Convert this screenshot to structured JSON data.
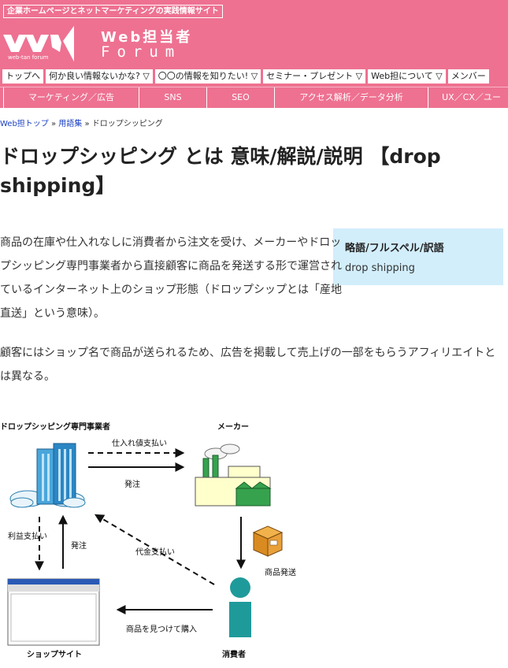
{
  "header": {
    "tagline": "企業ホームページとネットマーケティングの実践情報サイト",
    "logo_title": "Web担当者",
    "logo_forum": "Forum",
    "logo_sub": "web-tan forum",
    "brand_color": "#ee7191"
  },
  "nav_primary": [
    {
      "label": "トップへ"
    },
    {
      "label": "何か良い情報ないかな? ▽"
    },
    {
      "label": "〇〇の情報を知りたい! ▽"
    },
    {
      "label": "セミナー・プレゼント ▽"
    },
    {
      "label": "Web担について ▽"
    },
    {
      "label": "メンバー"
    }
  ],
  "nav_secondary": [
    {
      "label": "マーケティング／広告"
    },
    {
      "label": "SNS"
    },
    {
      "label": "SEO"
    },
    {
      "label": "アクセス解析／データ分析"
    },
    {
      "label": "UX／CX／ユー"
    }
  ],
  "breadcrumb": {
    "home": "Web担トップ",
    "sep": " » ",
    "glossary": "用語集",
    "current": "ドロップシッピング"
  },
  "title": "ドロップシッピング とは 意味/解説/説明 【drop shipping】",
  "abbr_box": {
    "title": "略語/フルスペル/訳語",
    "value": "drop shipping",
    "bg_color": "#d2eefb"
  },
  "paragraphs": [
    "商品の在庫や仕入れなしに消費者から注文を受け、メーカーやドロップシッピング専門事業者から直接顧客に商品を発送する形で運営されているインターネット上のショップ形態（ドロップシップとは「産地直送」という意味）。",
    "顧客にはショップ名で商品が送られるため、広告を掲載して売上げの一部をもらうアフィリエイトとは異なる。"
  ],
  "diagram": {
    "dropship_operator": "ドロップシッピング専門事業者",
    "maker": "メーカー",
    "pay_purchase": "仕入れ値支払い",
    "order_to_maker": "発注",
    "profit_payment": "利益支払い",
    "order_to_operator": "発注",
    "payment": "代金支払い",
    "ship": "商品発送",
    "find_buy": "商品を見つけて購入",
    "shop_site": "ショップサイト",
    "consumer": "消費者"
  }
}
